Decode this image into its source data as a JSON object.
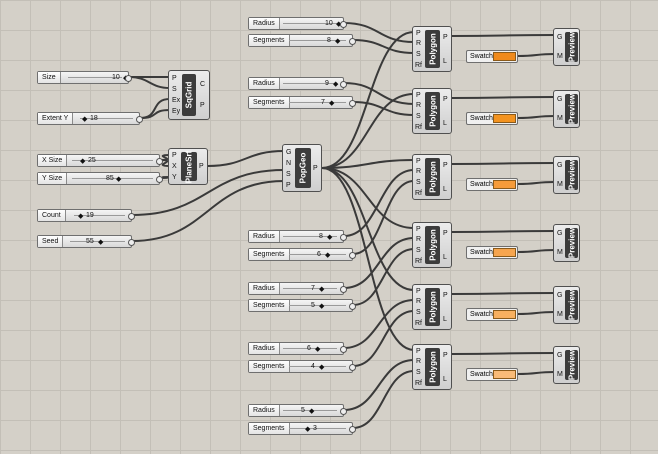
{
  "sliders": [
    {
      "label": "Size",
      "value": "10"
    },
    {
      "label": "Extent Y",
      "value": "18"
    },
    {
      "label": "X Size",
      "value": "25"
    },
    {
      "label": "Y Size",
      "value": "85"
    },
    {
      "label": "Count",
      "value": "19"
    },
    {
      "label": "Seed",
      "value": "55"
    },
    {
      "label": "Radius",
      "value": "10"
    },
    {
      "label": "Segments",
      "value": "8"
    },
    {
      "label": "Radius",
      "value": "9"
    },
    {
      "label": "Segments",
      "value": "7"
    },
    {
      "label": "Radius",
      "value": "8"
    },
    {
      "label": "Segments",
      "value": "6"
    },
    {
      "label": "Radius",
      "value": "7"
    },
    {
      "label": "Segments",
      "value": "5"
    },
    {
      "label": "Radius",
      "value": "6"
    },
    {
      "label": "Segments",
      "value": "4"
    },
    {
      "label": "Radius",
      "value": "5"
    },
    {
      "label": "Segments",
      "value": "3"
    }
  ],
  "components": {
    "sqgrid": {
      "name": "SqGrid",
      "inputs": [
        "P",
        "S",
        "Ex",
        "Ey"
      ],
      "outputs": [
        "C",
        "P"
      ]
    },
    "planesrf": {
      "name": "PlaneSrf",
      "inputs": [
        "P",
        "X",
        "Y"
      ],
      "outputs": [
        "P"
      ]
    },
    "popgeo": {
      "name": "PopGeo",
      "inputs": [
        "G",
        "N",
        "S",
        "P"
      ],
      "outputs": [
        "P"
      ]
    },
    "polygon": {
      "name": "Polygon",
      "inputs": [
        "P",
        "R",
        "S",
        "Rf"
      ],
      "outputs": [
        "P",
        "L"
      ]
    },
    "preview": {
      "name": "Preview",
      "inputs": [
        "G",
        "M"
      ]
    }
  },
  "swatch_label": "Swatch",
  "swatch_colors": [
    "#f08a1c",
    "#f39320",
    "#f59b3a",
    "#f6a54f",
    "#f8b060",
    "#f9bb78"
  ]
}
